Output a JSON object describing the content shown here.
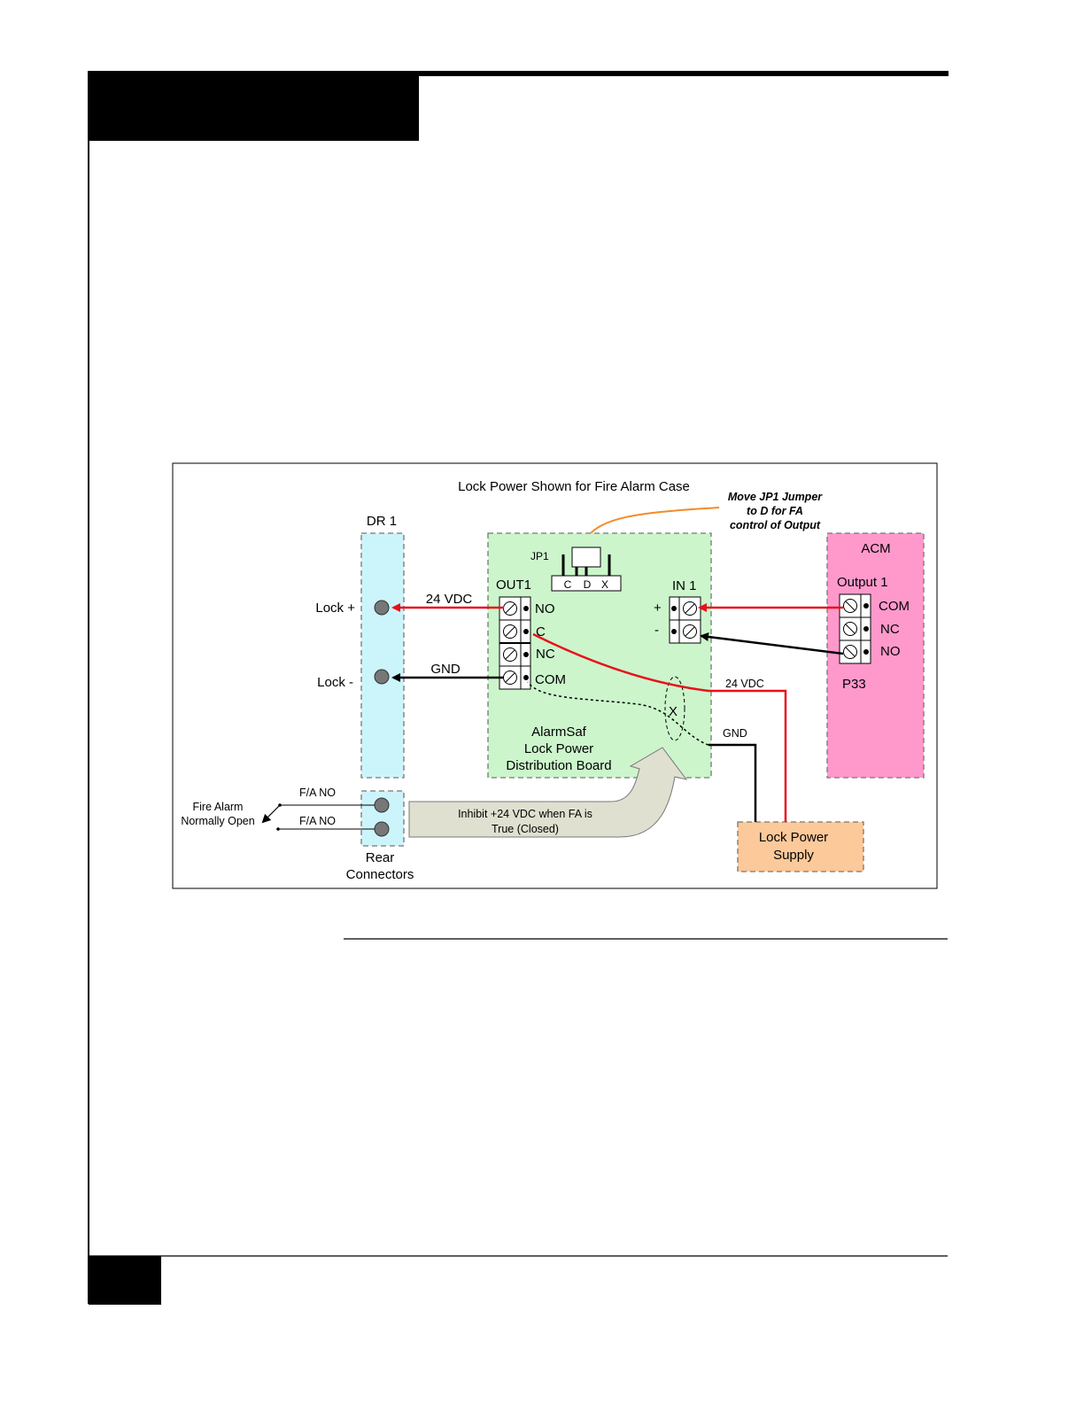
{
  "diagram": {
    "title": "Lock Power Shown for Fire Alarm Case",
    "note": [
      "Move JP1 Jumper",
      "to D for FA",
      "control of Output"
    ],
    "dr1": {
      "label": "DR 1",
      "lock_plus": "Lock +",
      "lock_minus": "Lock -"
    },
    "board": {
      "name": [
        "AlarmSaf",
        "Lock Power",
        "Distribution Board"
      ],
      "jp1": "JP1",
      "jumper_pins": [
        "C",
        "D",
        "X"
      ],
      "out1": "OUT1",
      "out1_terms": [
        "NO",
        "C",
        "NC",
        "COM"
      ],
      "in1": "IN 1",
      "in1_plus": "+",
      "in1_minus": "-",
      "x_mark": "X"
    },
    "acm": {
      "label": "ACM",
      "output": "Output 1",
      "terms": [
        "COM",
        "NC",
        "NO"
      ],
      "connector": "P33"
    },
    "wires": {
      "vdc_out": "24 VDC",
      "gnd_out": "GND",
      "vdc_supply": "24 VDC",
      "gnd_supply": "GND"
    },
    "fire_alarm": {
      "label": [
        "Fire Alarm",
        "Normally Open"
      ],
      "fa1": "F/A NO",
      "fa2": "F/A NO"
    },
    "rear": [
      "Rear",
      "Connectors"
    ],
    "supply": [
      "Lock Power",
      "Supply"
    ],
    "inhibit": [
      "Inhibit +24 VDC when FA is",
      "True (Closed)"
    ],
    "colors": {
      "dr_fill": "#ccf5fb",
      "board_fill": "#ccf5cc",
      "acm_fill": "#ff99cc",
      "supply_fill": "#fcc99a",
      "red_wire": "#e8101a",
      "arrow_fill": "#dfe0d0",
      "orange_arrow": "#f58a2a"
    }
  }
}
